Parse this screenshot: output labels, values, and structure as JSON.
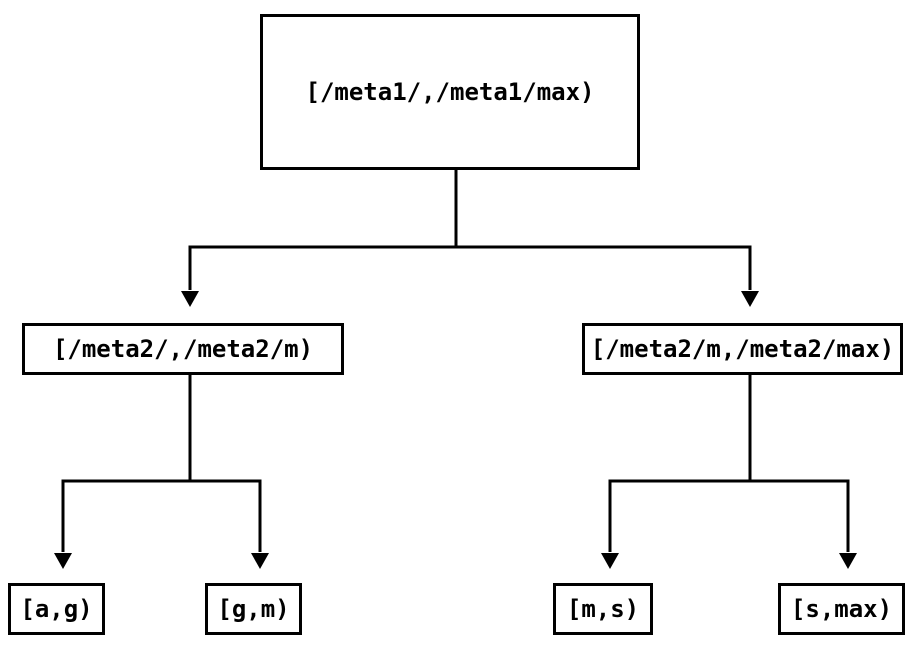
{
  "diagram": {
    "type": "tree",
    "background_color": "#ffffff",
    "line_color": "#000000",
    "text_color": "#000000",
    "nodes": {
      "root": {
        "label": "[/meta1/,/meta1/max)"
      },
      "meta2_lo": {
        "label": "[/meta2/,/meta2/m)"
      },
      "meta2_hi": {
        "label": "[/meta2/m,/meta2/max)"
      },
      "leaf_ag": {
        "label": "[a,g)"
      },
      "leaf_gm": {
        "label": "[g,m)"
      },
      "leaf_ms": {
        "label": "[m,s)"
      },
      "leaf_smax": {
        "label": "[s,max)"
      }
    },
    "edges": [
      {
        "from": "root",
        "to": "meta2_lo"
      },
      {
        "from": "root",
        "to": "meta2_hi"
      },
      {
        "from": "meta2_lo",
        "to": "leaf_ag"
      },
      {
        "from": "meta2_lo",
        "to": "leaf_gm"
      },
      {
        "from": "meta2_hi",
        "to": "leaf_ms"
      },
      {
        "from": "meta2_hi",
        "to": "leaf_smax"
      }
    ]
  }
}
